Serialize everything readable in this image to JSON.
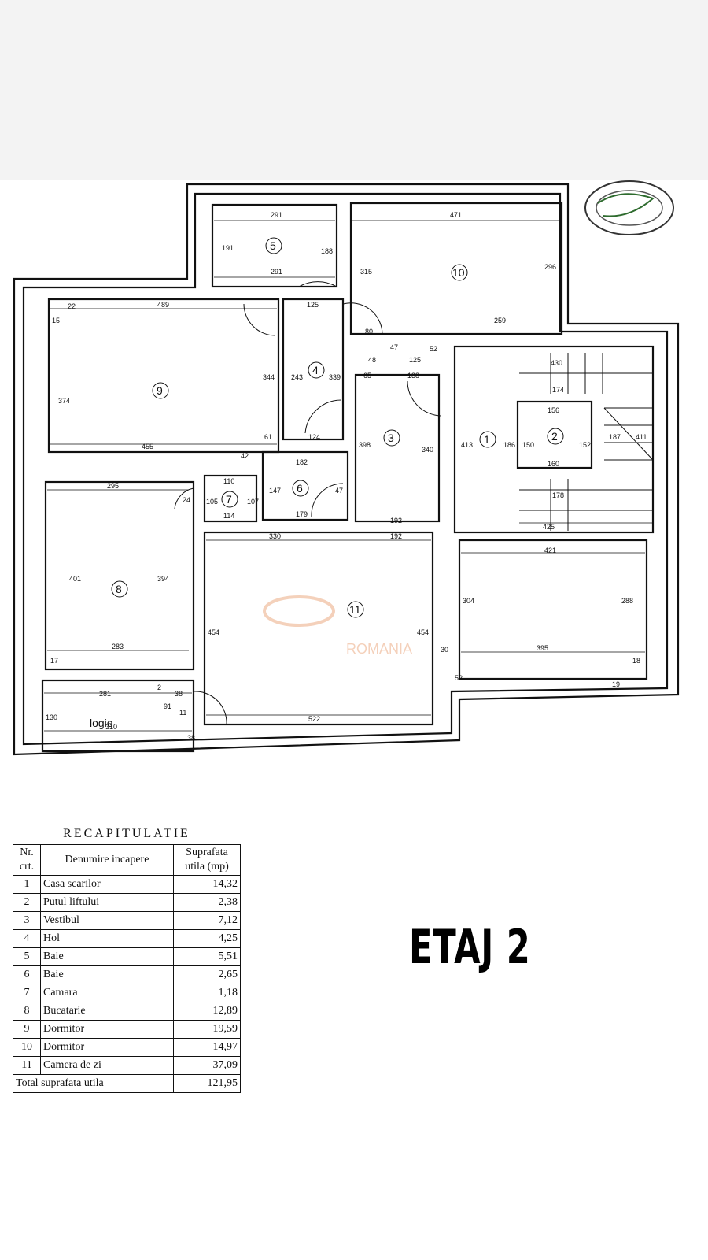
{
  "plan": {
    "rooms": [
      "1",
      "2",
      "3",
      "4",
      "5",
      "6",
      "7",
      "8",
      "9",
      "10",
      "11"
    ],
    "logia_label": "logie",
    "watermark_text": "ROMANIA",
    "dimensions": [
      "291",
      "191",
      "188",
      "291",
      "471",
      "315",
      "296",
      "259",
      "125",
      "80",
      "47",
      "48",
      "125",
      "52",
      "65",
      "138",
      "489",
      "22",
      "15",
      "374",
      "344",
      "243",
      "339",
      "455",
      "61",
      "124",
      "42",
      "398",
      "340",
      "413",
      "186",
      "150",
      "152",
      "156",
      "160",
      "174",
      "430",
      "178",
      "425",
      "187",
      "411",
      "182",
      "147",
      "47",
      "179",
      "110",
      "24",
      "105",
      "107",
      "114",
      "295",
      "401",
      "394",
      "330",
      "192",
      "192",
      "421",
      "288",
      "304",
      "454",
      "454",
      "30",
      "395",
      "52",
      "19",
      "18",
      "17",
      "283",
      "281",
      "2",
      "38",
      "91",
      "11",
      "130",
      "310",
      "522",
      "38"
    ]
  },
  "recap": {
    "title": "RECAPITULATIE",
    "headers": [
      "Nr. crt.",
      "Denumire incapere",
      "Suprafata utila (mp)"
    ],
    "rows": [
      {
        "nr": "1",
        "name": "Casa scarilor",
        "area": "14,32"
      },
      {
        "nr": "2",
        "name": "Putul liftului",
        "area": "2,38"
      },
      {
        "nr": "3",
        "name": "Vestibul",
        "area": "7,12"
      },
      {
        "nr": "4",
        "name": "Hol",
        "area": "4,25"
      },
      {
        "nr": "5",
        "name": "Baie",
        "area": "5,51"
      },
      {
        "nr": "6",
        "name": "Baie",
        "area": "2,65"
      },
      {
        "nr": "7",
        "name": "Camara",
        "area": "1,18"
      },
      {
        "nr": "8",
        "name": "Bucatarie",
        "area": "12,89"
      },
      {
        "nr": "9",
        "name": "Dormitor",
        "area": "19,59"
      },
      {
        "nr": "10",
        "name": "Dormitor",
        "area": "14,97"
      },
      {
        "nr": "11",
        "name": "Camera de zi",
        "area": "37,09"
      }
    ],
    "total_label": "Total suprafata utila",
    "total_value": "121,95"
  },
  "floor_label": "ETAJ 2"
}
